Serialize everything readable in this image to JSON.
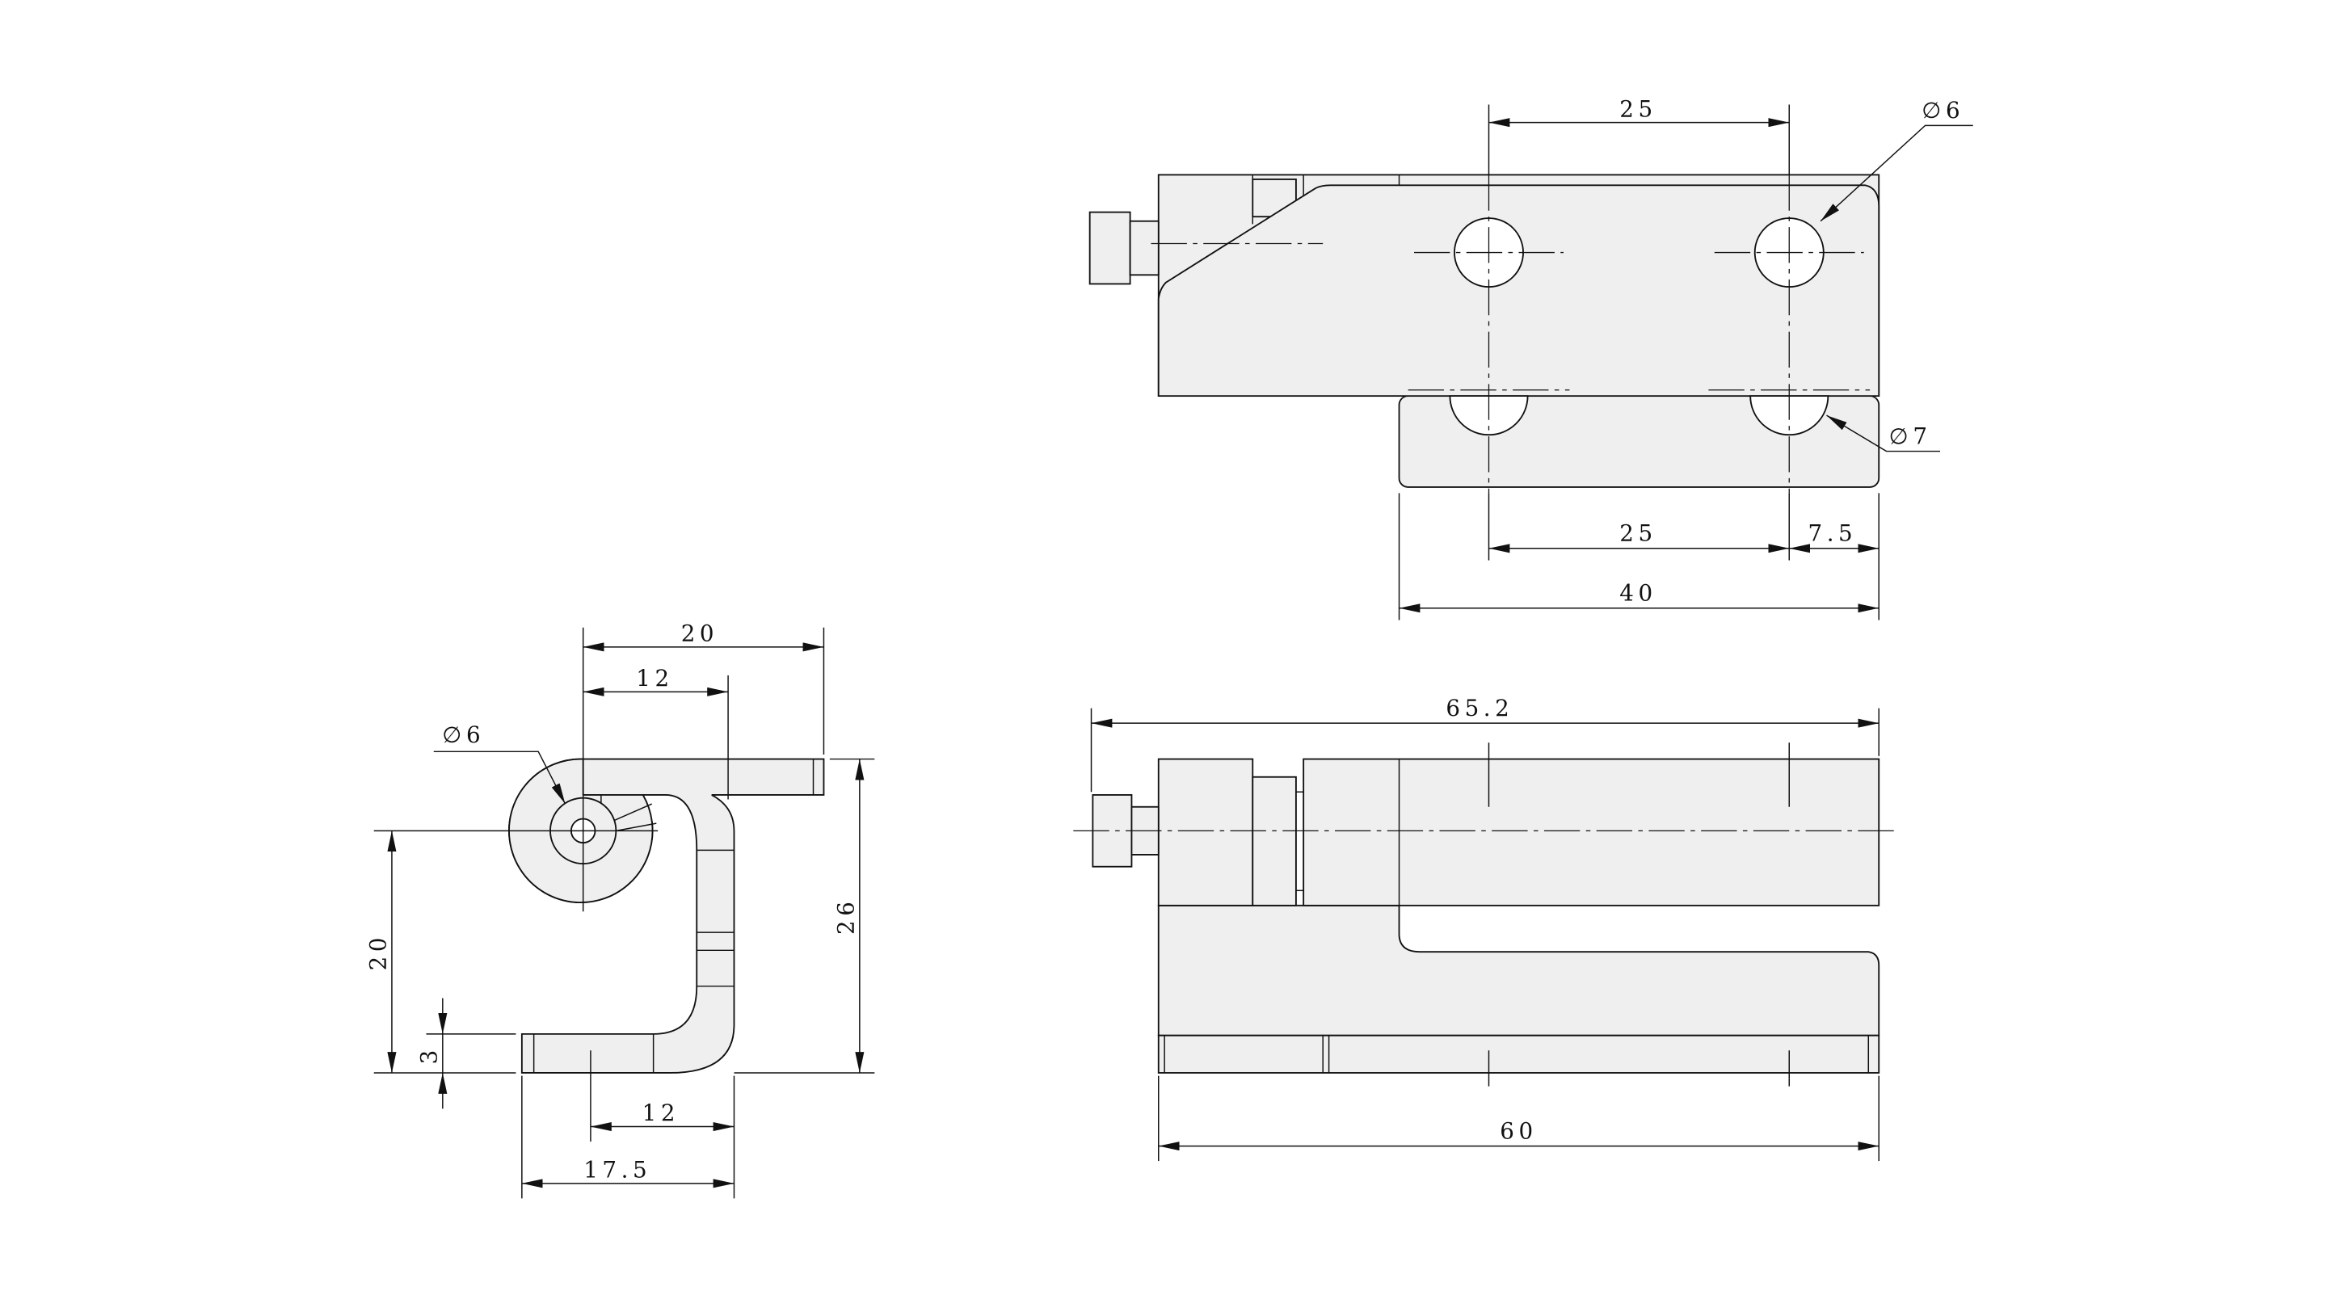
{
  "drawing": {
    "colors": {
      "part_fill": "#efefef",
      "line": "#111111",
      "background": "#ffffff"
    },
    "top_view": {
      "hole_spacing_top": "25",
      "hole_diameter_top": "∅6",
      "hole_diameter_bottom": "∅7",
      "hole_spacing_bottom": "25",
      "edge_offset": "7.5",
      "plate_width": "40"
    },
    "front_view": {
      "overall_length": "65.2",
      "body_length": "60"
    },
    "side_view": {
      "top_width": "20",
      "top_inner": "12",
      "pin_diameter": "∅6",
      "pin_height": "20",
      "overall_height": "26",
      "thickness": "3",
      "bottom_inner": "12",
      "bottom_width": "17.5"
    }
  }
}
